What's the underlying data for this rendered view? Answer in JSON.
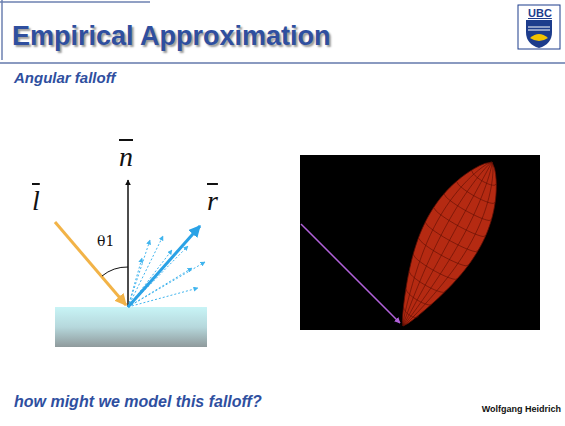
{
  "diagram": {
    "title": "Empirical Approximation",
    "labels": [
      "Angular falloff",
      "n",
      "l",
      "r",
      "θ1",
      "how might we model this falloff?",
      "Wolfgang Heidrich",
      "UBC"
    ]
  }
}
